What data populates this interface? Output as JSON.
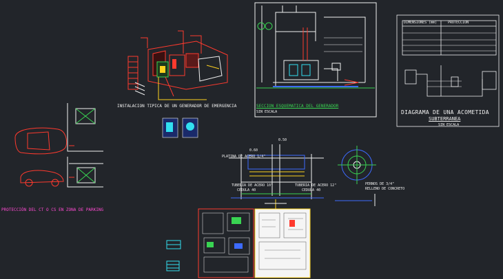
{
  "colors": {
    "background": "#22252a",
    "white": "#f2f2f2",
    "green": "#39d452",
    "red": "#ff3a2e",
    "blue": "#3d6bff",
    "yellow": "#ffd21f",
    "cyan": "#32e0f0",
    "magenta": "#ff4ad2"
  },
  "drawing": {
    "generator_title": "INSTALACION TIPICA DE UN GENERADOR DE EMERGENCIA",
    "generator_section_title": "SECCION ESQUEMATICA DEL GENERADOR",
    "generator_section_subtitle": "SIN ESCALA",
    "acometida_title": "DIAGRAMA DE UNA ACOMETIDA",
    "acometida_subtitle": "SUBTERRANEA",
    "acometida_scale": "SIN ESCALA",
    "acometida_table_head_1": "DIMENSIONES (mm)",
    "acometida_table_head_2": "PROTECCION",
    "parking_title": "PROTECCIÓN DEL CT O CS EN ZONA DE PARKING",
    "base_label_platina": "PLATINA DE ACERO 1/4\"",
    "base_label_tuberia": "TUBERIA DE ACERO 10\"",
    "base_label_cedula": "CEDULA 40",
    "base_label_tuberia2": "TUBERIA DE ACERO 12\"",
    "base_label_cedula2": "CEDULA 40",
    "base_label_relleno": "RELLENO DE CONCRETO",
    "base_label_pieza": "PERNOS DE 3/4\"",
    "dim_top": "0.60",
    "dim_top2": "0.50"
  }
}
